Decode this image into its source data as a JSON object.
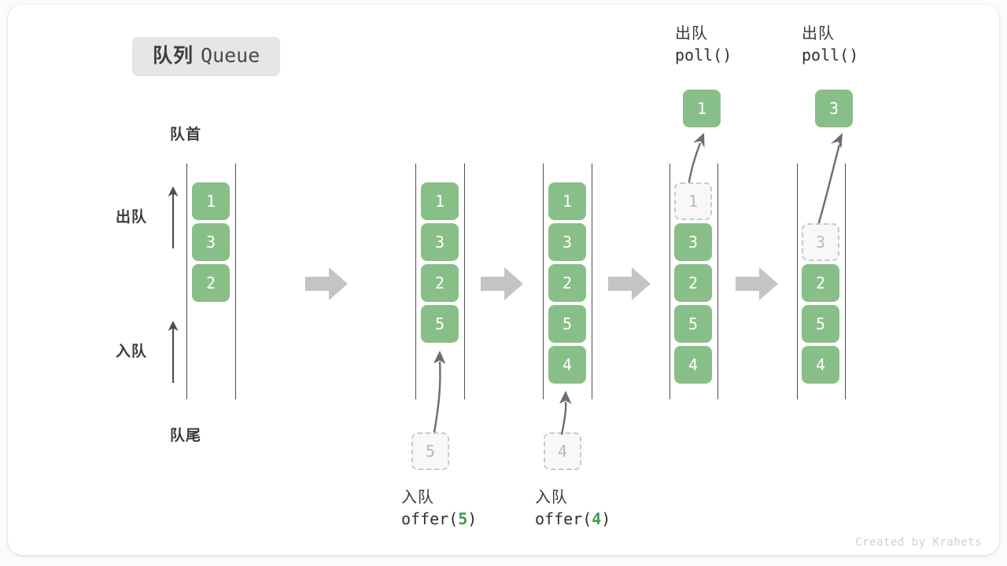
{
  "title": {
    "cn": "队列",
    "en": "Queue"
  },
  "labels": {
    "head": "队首",
    "tail": "队尾",
    "dequeue": "出队",
    "enqueue": "入队"
  },
  "credit": "Created by Krahets",
  "colors": {
    "cell_green": "#88bf88",
    "ghost_fill": "#f8f8f8",
    "ghost_border": "#c9c9c9",
    "rail": "#4f4f4f",
    "step_arrow": "#c4c4c4",
    "text": "#3c3c3c",
    "accent_arg": "#4a9a54",
    "badge_bg": "#e6e6e6"
  },
  "columns": [
    {
      "name": "initial",
      "cells": [
        "1",
        "3",
        "2"
      ],
      "ghost_index": null,
      "result": null,
      "op_cn": null,
      "op_code": null,
      "op_arg": null
    },
    {
      "name": "offer-5",
      "cells": [
        "1",
        "3",
        "2",
        "5"
      ],
      "ghost_index": null,
      "result": null,
      "op_cn": "入队",
      "op_code_prefix": "offer(",
      "op_arg": "5",
      "op_code_suffix": ")",
      "incoming_value": "5"
    },
    {
      "name": "offer-4",
      "cells": [
        "1",
        "3",
        "2",
        "5",
        "4"
      ],
      "ghost_index": null,
      "result": null,
      "op_cn": "入队",
      "op_code_prefix": "offer(",
      "op_arg": "4",
      "op_code_suffix": ")",
      "incoming_value": "4"
    },
    {
      "name": "poll-1",
      "cells": [
        "1",
        "3",
        "2",
        "5",
        "4"
      ],
      "ghost_index": 0,
      "result": "1",
      "op_cn": "出队",
      "op_code_prefix": "poll(",
      "op_arg": "",
      "op_code_suffix": ")"
    },
    {
      "name": "poll-3",
      "cells": [
        "",
        "3",
        "2",
        "5",
        "4"
      ],
      "ghost_index": 1,
      "result": "3",
      "op_cn": "出队",
      "op_code_prefix": "poll(",
      "op_arg": "",
      "op_code_suffix": ")"
    }
  ],
  "step_arrows": [
    "step-1",
    "step-2",
    "step-3",
    "step-4"
  ]
}
